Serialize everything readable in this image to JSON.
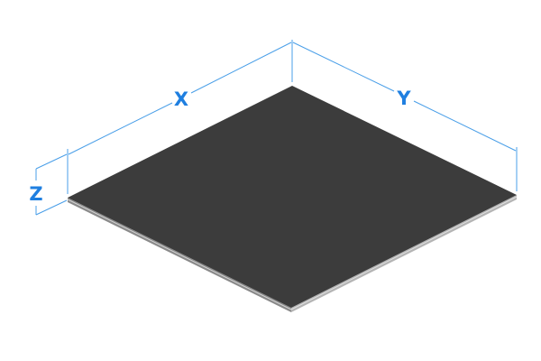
{
  "dimensions": {
    "x_label": "X",
    "y_label": "Y",
    "z_label": "Z"
  },
  "colors": {
    "dimension_line": "#4a9fe8",
    "label": "#1f7fe0",
    "plate_top": "#3c3c3c",
    "plate_edge": "#8a8a8a",
    "plate_edge_light": "#d2d2d2"
  }
}
